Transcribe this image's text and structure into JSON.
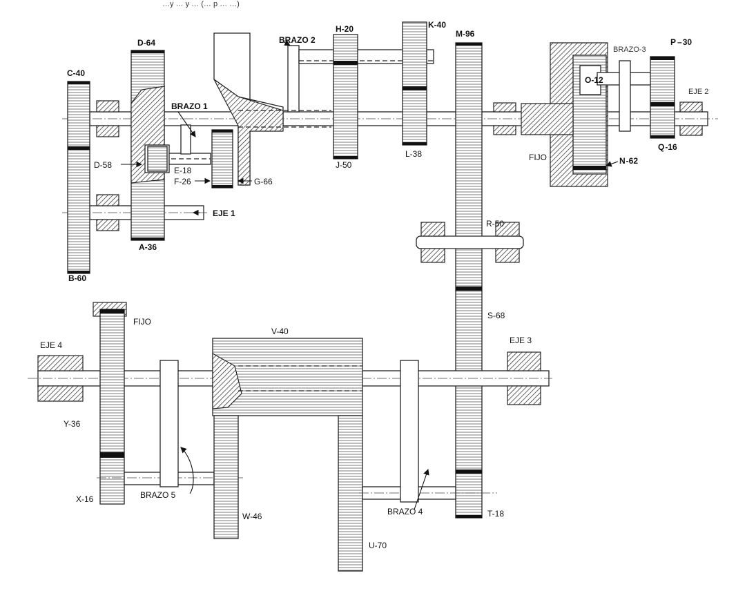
{
  "header": {
    "caption_fragment": "…y … y … (… p … …)"
  },
  "labels": {
    "c40": "C-40",
    "d64": "D-64",
    "brazo2": "BRAZO 2",
    "h20": "H-20",
    "k40": "K-40",
    "m96": "M-96",
    "p30": "P",
    "p30_num": "30",
    "brazo3": "BRAZO-3",
    "o12": "O-12",
    "eje2": "EJE 2",
    "brazo1": "BRAZO 1",
    "d58": "D-58",
    "e18": "E-18",
    "f26": "F-26",
    "g66": "G-66",
    "j50": "J-50",
    "l38": "L-38",
    "fijo_top": "FIJO",
    "n62": "N",
    "n62_num": "62",
    "q16": "Q",
    "q16_num": "16",
    "eje1": "EJE 1",
    "a36": "A-36",
    "r50": "R-50",
    "b60": "B-60",
    "fijo_bottom": "FIJO",
    "v40": "V-40",
    "s68": "S-68",
    "eje4": "EJE 4",
    "eje3": "EJE 3",
    "y36": "Y-36",
    "x16": "X-16",
    "brazo5": "BRAZO 5",
    "w46": "W-46",
    "brazo4": "BRAZO 4",
    "t18": "T-18",
    "u70": "U-70"
  }
}
